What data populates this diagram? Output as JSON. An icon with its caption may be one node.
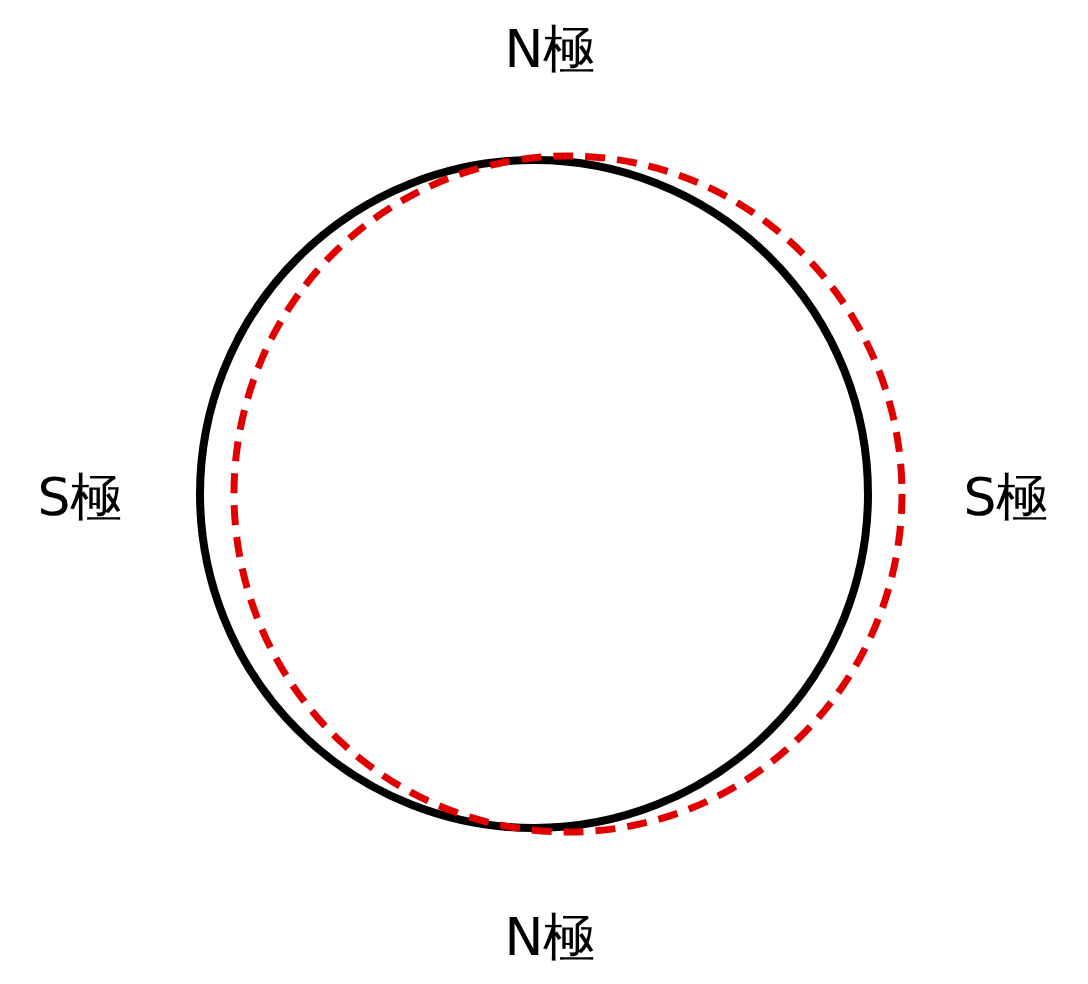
{
  "diagram": {
    "labels": [
      "N極",
      "S極",
      "S極",
      "N極"
    ]
  }
}
